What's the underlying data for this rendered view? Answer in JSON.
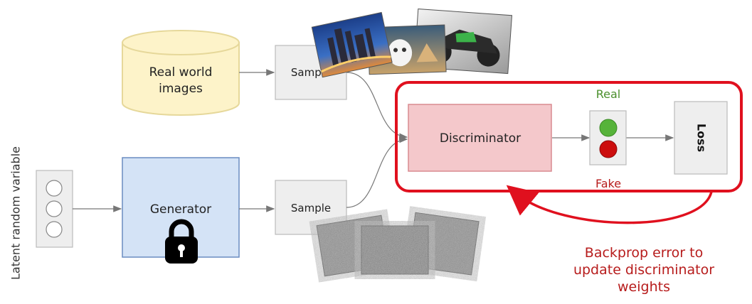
{
  "nodes": {
    "real_world_images": [
      "Real world",
      "images"
    ],
    "sample_top": "Sample",
    "sample_bottom": "Sample",
    "generator": "Generator",
    "discriminator": "Discriminator",
    "loss": "Loss",
    "real": "Real",
    "fake": "Fake",
    "latent": "Latent random variable"
  },
  "annotation": {
    "backprop": [
      "Backprop error to",
      "update discriminator",
      "weights"
    ]
  },
  "icons": {
    "lock": "lock-icon",
    "real_light": "green-circle-icon",
    "fake_light": "red-circle-icon"
  },
  "colors": {
    "database_fill": "#fdf3c9",
    "database_stroke": "#e6d89a",
    "generator_fill": "#d4e3f6",
    "generator_stroke": "#6a8cc0",
    "discriminator_fill": "#f4c8cb",
    "discriminator_stroke": "#d98a90",
    "highlight": "#e0101e",
    "real_text": "#4a8f2c",
    "fake_text": "#b71c1c",
    "light_green": "#56b33a",
    "light_red": "#cc0e0e",
    "sample_fill": "#eeeeee"
  }
}
